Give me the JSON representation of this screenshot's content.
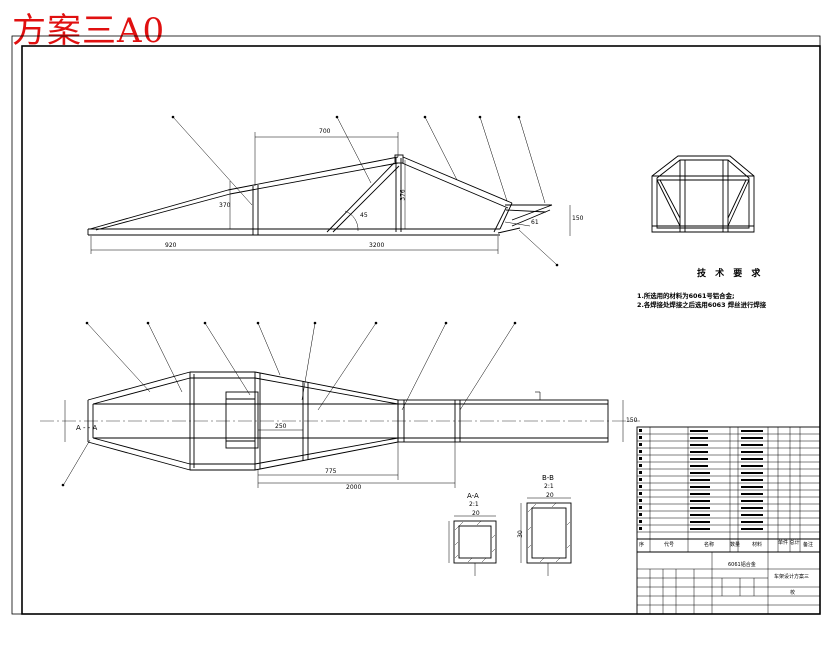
{
  "stamp": "方案三A0",
  "tech_requirements": {
    "title": "技 术 要 求",
    "lines": [
      "1.所选用的材料为6061号铝合金;",
      "2.各焊接处焊接之后选用6063 焊丝进行焊接"
    ]
  },
  "side_view": {
    "dims": {
      "d700": "700",
      "d370": "370",
      "d376": "376",
      "d45": "45",
      "d920": "920",
      "d3200": "3200",
      "d150": "150",
      "d61": "61"
    }
  },
  "top_view": {
    "dims": {
      "d775": "775",
      "d2000": "2000",
      "d250": "250",
      "d150": "150"
    },
    "section_mark": "A - - A"
  },
  "sections": {
    "aa": {
      "title": "A-A",
      "scale": "2:1",
      "width": "20"
    },
    "bb": {
      "title": "B-B",
      "scale": "2:1",
      "width": "20",
      "height": "30"
    }
  },
  "title_block": {
    "material": "6061铝合金",
    "drawing_name": "车架设计方案三",
    "header": [
      "序",
      "代号",
      "名称",
      "数量",
      "材料",
      "单件 总计",
      "备注"
    ],
    "company": "校",
    "bom_materials": [
      "6061铝合金"
    ]
  }
}
